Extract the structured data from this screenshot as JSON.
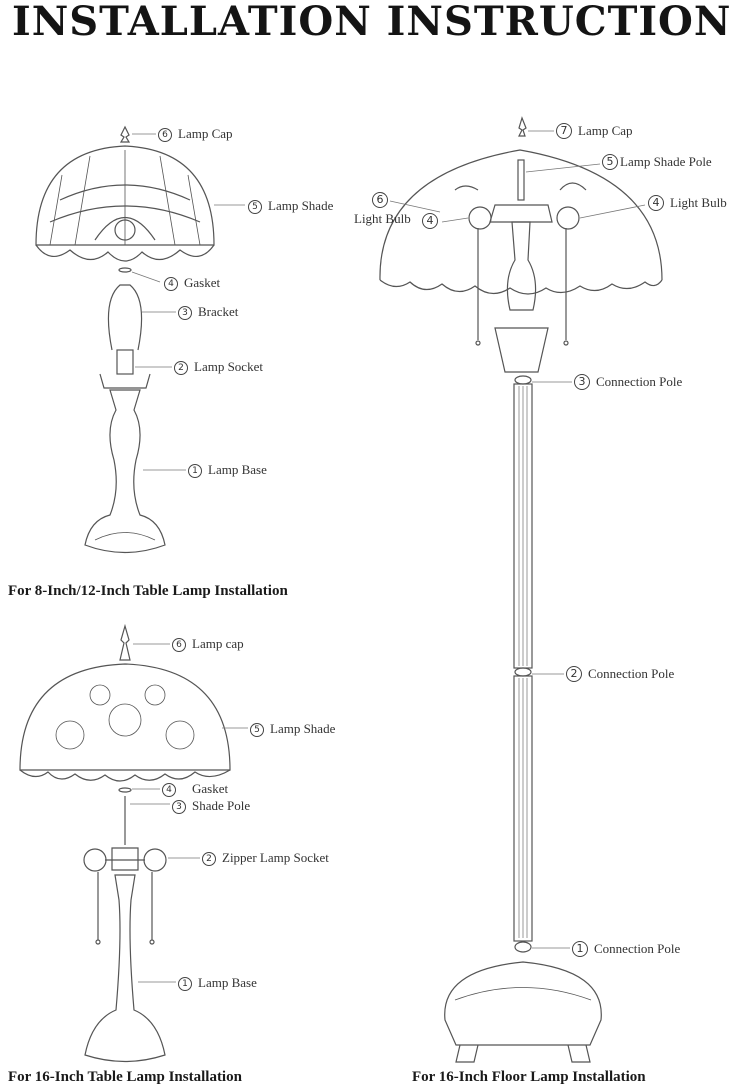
{
  "title": "INSTALLATION INSTRUCTION",
  "diagram_a": {
    "caption": "For 8-Inch/12-Inch Table Lamp Installation",
    "parts": [
      {
        "num": "6",
        "label": "Lamp Cap"
      },
      {
        "num": "5",
        "label": "Lamp Shade"
      },
      {
        "num": "4",
        "label": "Gasket"
      },
      {
        "num": "3",
        "label": "Bracket"
      },
      {
        "num": "2",
        "label": "Lamp Socket"
      },
      {
        "num": "1",
        "label": "Lamp Base"
      }
    ]
  },
  "diagram_b": {
    "caption": "For 16-Inch Table Lamp Installation",
    "parts": [
      {
        "num": "6",
        "label": "Lamp cap"
      },
      {
        "num": "5",
        "label": "Lamp Shade"
      },
      {
        "num": "4",
        "label": "Gasket"
      },
      {
        "num": "3",
        "label": "Shade Pole"
      },
      {
        "num": "2",
        "label": "Zipper Lamp Socket"
      },
      {
        "num": "1",
        "label": "Lamp Base"
      }
    ]
  },
  "diagram_c": {
    "caption": "For 16-Inch Floor Lamp Installation",
    "parts": [
      {
        "num": "7",
        "label": "Lamp Cap"
      },
      {
        "num": "5",
        "label": "Lamp Shade Pole"
      },
      {
        "num": "6",
        "label": "Light Bulb"
      },
      {
        "num": "4",
        "label": "Light Bulb"
      },
      {
        "num": "4",
        "label": ""
      },
      {
        "num": "3",
        "label": "Connection Pole"
      },
      {
        "num": "2",
        "label": "Connection Pole"
      },
      {
        "num": "1",
        "label": "Connection Pole"
      }
    ]
  }
}
